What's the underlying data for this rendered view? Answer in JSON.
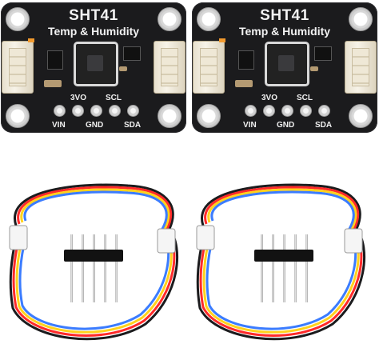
{
  "boards": [
    {
      "title": "SHT41",
      "subtitle": "Temp & Humidity",
      "pin_labels_top": [
        "3VO",
        "SCL"
      ],
      "pin_labels_bottom": [
        "VIN",
        "GND",
        "SDA"
      ]
    },
    {
      "title": "SHT41",
      "subtitle": "Temp & Humidity",
      "pin_labels_top": [
        "3VO",
        "SCL"
      ],
      "pin_labels_bottom": [
        "VIN",
        "GND",
        "SDA"
      ]
    }
  ],
  "colors": {
    "pcb": "#1b1b1d",
    "text": "#f2f2f2",
    "wire_black": "#1b1b1d",
    "wire_red": "#ff2a2a",
    "wire_yellow": "#ffd21c",
    "wire_blue": "#3b7cff"
  }
}
